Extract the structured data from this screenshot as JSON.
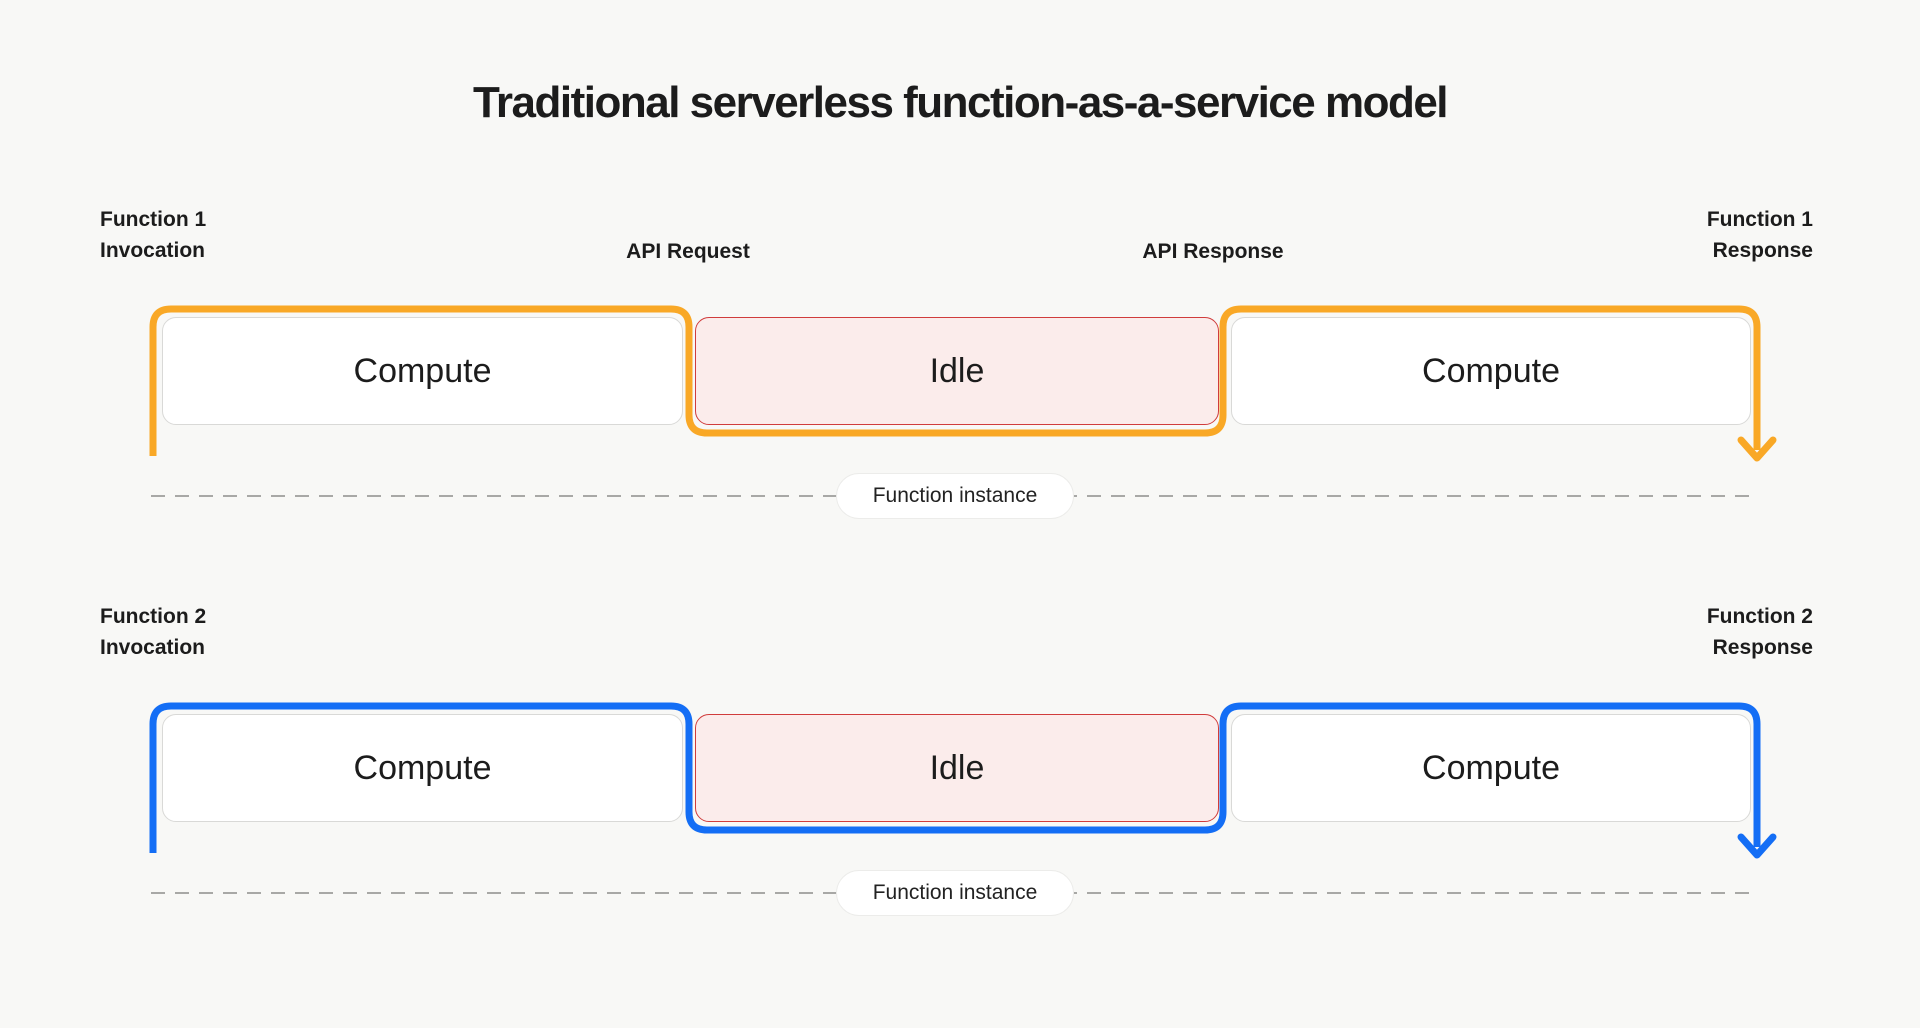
{
  "title": "Traditional serverless function-as-a-service model",
  "colors": {
    "background": "#F8F8F6",
    "function1_accent": "#F9A826",
    "function2_accent": "#146EF5",
    "idle_fill": "#FBECEB",
    "idle_border": "#D03C3C",
    "compute_fill": "#FFFFFF",
    "compute_border": "#D9D9D7",
    "dash": "#A8A8A6",
    "text": "#1C1C1C"
  },
  "rows": [
    {
      "name": "Function 1",
      "accent": "#F9A826",
      "invocation": {
        "line1": "Function 1",
        "line2": "Invocation"
      },
      "response": {
        "line1": "Function 1",
        "line2": "Response"
      },
      "api_request_label": "API Request",
      "api_response_label": "API Response",
      "segments": [
        {
          "label": "Compute",
          "type": "compute"
        },
        {
          "label": "Idle",
          "type": "idle"
        },
        {
          "label": "Compute",
          "type": "compute"
        }
      ],
      "instance_label": "Function instance"
    },
    {
      "name": "Function 2",
      "accent": "#146EF5",
      "invocation": {
        "line1": "Function 2",
        "line2": "Invocation"
      },
      "response": {
        "line1": "Function 2",
        "line2": "Response"
      },
      "segments": [
        {
          "label": "Compute",
          "type": "compute"
        },
        {
          "label": "Idle",
          "type": "idle"
        },
        {
          "label": "Compute",
          "type": "compute"
        }
      ],
      "instance_label": "Function instance"
    }
  ]
}
